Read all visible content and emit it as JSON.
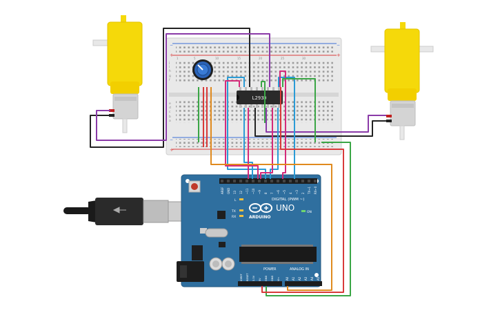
{
  "ic": {
    "label": "L293D"
  },
  "arduino": {
    "brand": "ARDUINO",
    "model": "UNO",
    "digital_label": "DIGITAL (PWM ~)",
    "power_label": "POWER",
    "analog_label": "ANALOG IN",
    "led_l": "L",
    "led_tx": "TX",
    "led_rx": "RX",
    "led_on": "ON",
    "digital_pins": [
      "AREF",
      "GND",
      "13",
      "12",
      "~11",
      "~10",
      "~9",
      "8",
      "7",
      "~6",
      "~5",
      "4",
      "~3",
      "2",
      "TX→1",
      "RX←0"
    ],
    "power_pins": [
      "IOREF",
      "RESET",
      "3.3V",
      "5V",
      "GND",
      "GND",
      "Vin"
    ],
    "analog_pins": [
      "A0",
      "A1",
      "A2",
      "A3",
      "A4",
      "A5"
    ]
  },
  "breadboard": {
    "rows_left": [
      "j",
      "i",
      "h",
      "g",
      "f",
      "e",
      "d",
      "c",
      "b",
      "a"
    ],
    "col_numbers": [
      "1",
      "5",
      "10",
      "15",
      "20",
      "25",
      "30"
    ],
    "rail_plus": "+",
    "rail_minus": "−"
  },
  "colors": {
    "motor_body": "#f5d90a",
    "board": "#2f6f9f",
    "wire_purple": "#8a3aa8",
    "wire_black": "#222222",
    "wire_blue": "#2a9bd6",
    "wire_green": "#3aa645",
    "wire_orange": "#e08a1e",
    "wire_red": "#d83a3a",
    "wire_magenta": "#d42a7a"
  }
}
